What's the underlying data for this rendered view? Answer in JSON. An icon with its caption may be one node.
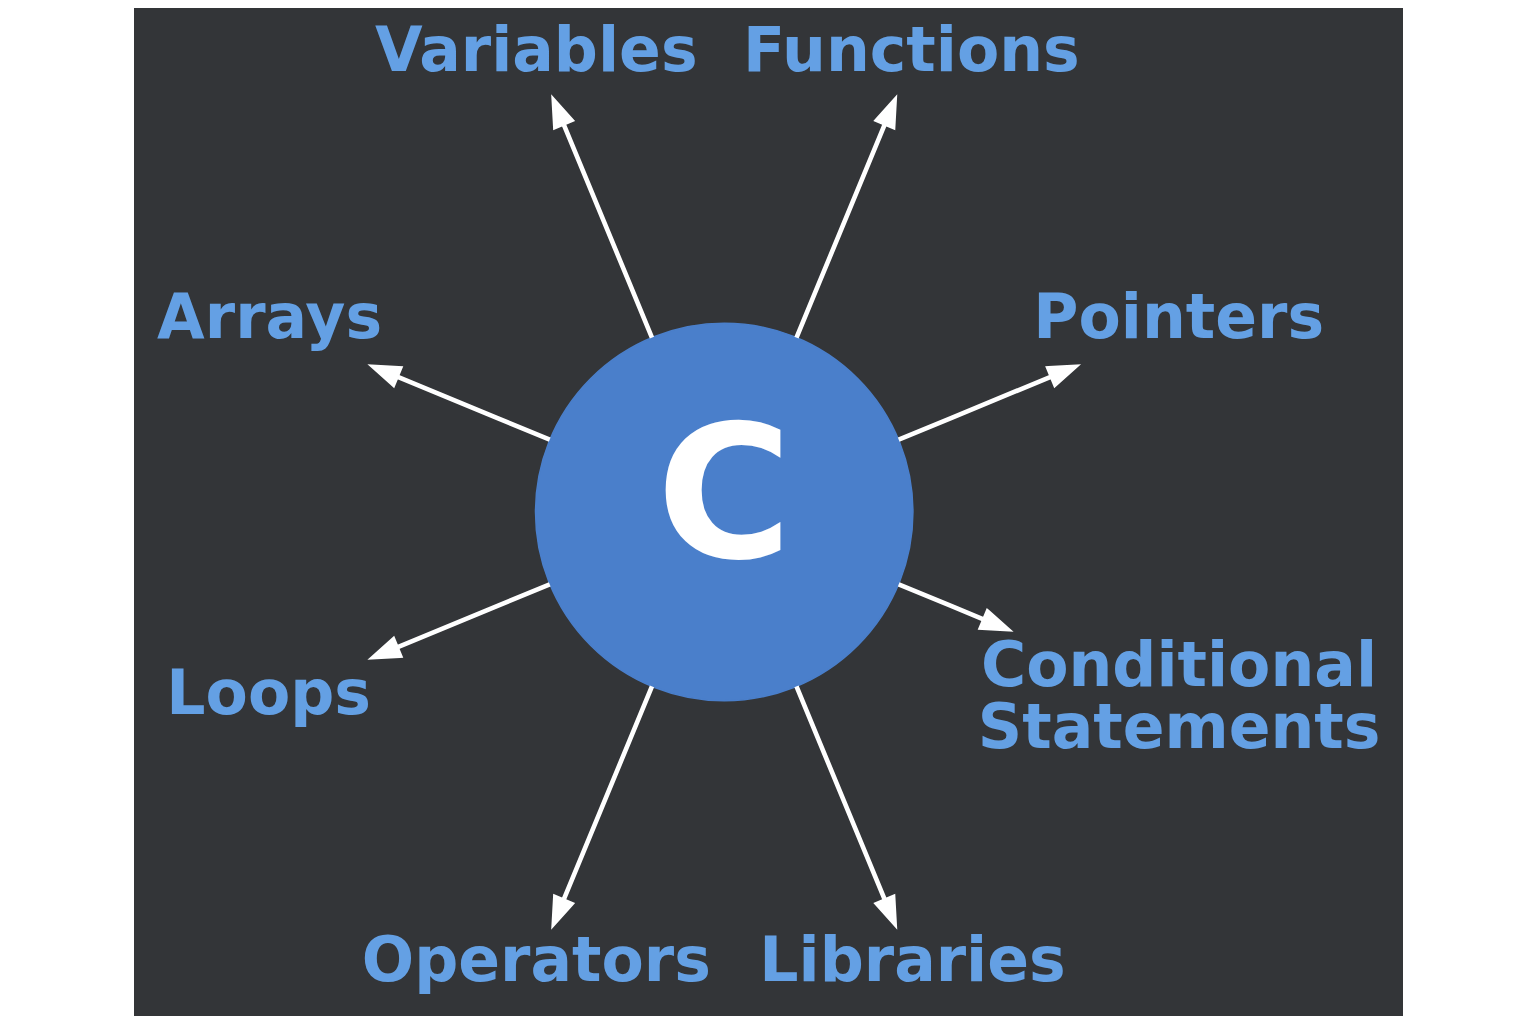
{
  "diagram": {
    "nodes": [
      {
        "text": [
          "C"
        ]
      },
      {
        "text": [
          "Variables"
        ]
      },
      {
        "text": [
          "Functions"
        ]
      },
      {
        "text": [
          "Arrays"
        ]
      },
      {
        "text": [
          "Pointers"
        ]
      },
      {
        "text": [
          "Loops"
        ]
      },
      {
        "text": [
          "Conditional Statements"
        ]
      },
      {
        "text": [
          "Operators"
        ]
      },
      {
        "text": [
          "Libraries"
        ]
      }
    ],
    "edges": [
      {
        "from": 0,
        "to": 1,
        "arrow": "to"
      },
      {
        "from": 0,
        "to": 2,
        "arrow": "to"
      },
      {
        "from": 0,
        "to": 4,
        "arrow": "to"
      },
      {
        "from": 0,
        "to": 6,
        "arrow": "to"
      },
      {
        "from": 0,
        "to": 8,
        "arrow": "to"
      },
      {
        "from": 0,
        "to": 7,
        "arrow": "to"
      },
      {
        "from": 0,
        "to": 5,
        "arrow": "to"
      },
      {
        "from": 0,
        "to": 3,
        "arrow": "to"
      }
    ]
  }
}
